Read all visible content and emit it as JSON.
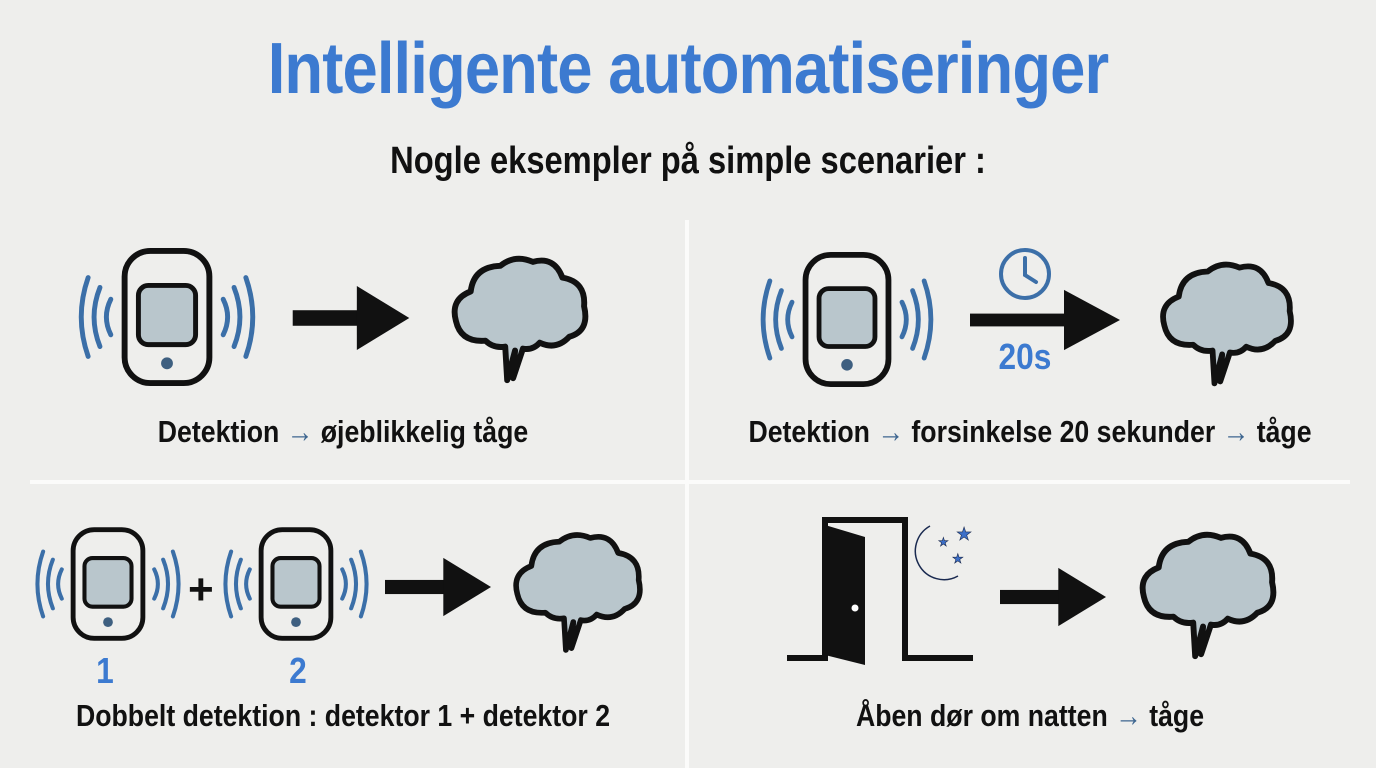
{
  "header": {
    "title": "Intelligente automatiseringer",
    "subtitle": "Nogle eksempler på simple scenarier :"
  },
  "scenarios": [
    {
      "caption": {
        "part1": "Detektion",
        "arrow": "→",
        "part2": "øjeblikkelig tåge"
      }
    },
    {
      "delay_label": "20s",
      "caption": {
        "part1": "Detektion",
        "arrow": "→",
        "part2": "forsinkelse 20 sekunder",
        "arrow2": "→",
        "part3": "tåge"
      }
    },
    {
      "detector_1": "1",
      "plus": "+",
      "detector_2": "2",
      "caption": {
        "text": "Dobbelt detektion : detektor 1 + detektor 2"
      }
    },
    {
      "caption": {
        "part1": "Åben dør om natten",
        "arrow": "→",
        "part2": "tåge"
      }
    }
  ],
  "colors": {
    "accent": "#3c7ad0",
    "wave": "#3b6fa8",
    "fog": "#b9c6cc",
    "background": "#eeeeec"
  }
}
